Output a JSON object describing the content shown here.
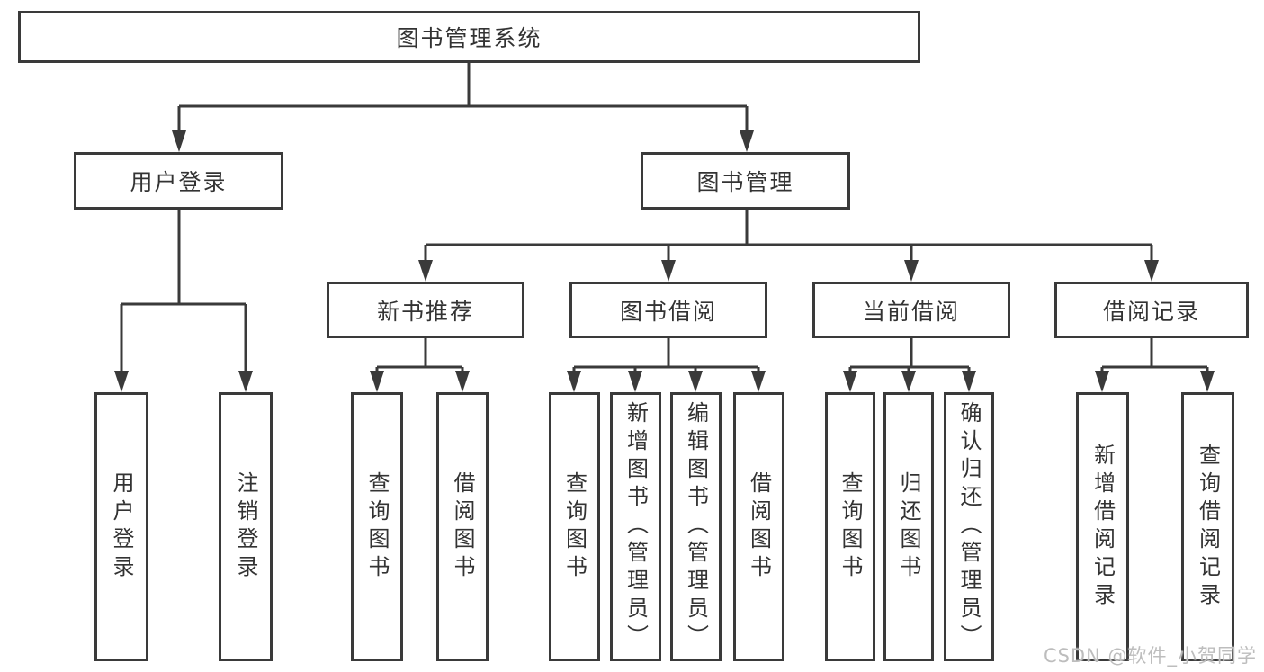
{
  "colors": {
    "line": "#3a3a3a",
    "text": "#333333",
    "background": "#ffffff",
    "watermark": "#bdbdbd"
  },
  "tree": {
    "label": "图书管理系统",
    "children": [
      {
        "label": "用户登录",
        "children": [
          {
            "label": "用户登录"
          },
          {
            "label": "注销登录"
          }
        ]
      },
      {
        "label": "图书管理",
        "children": [
          {
            "label": "新书推荐",
            "children": [
              {
                "label": "查询图书"
              },
              {
                "label": "借阅图书"
              }
            ]
          },
          {
            "label": "图书借阅",
            "children": [
              {
                "label": "查询图书"
              },
              {
                "label": "新增图书（管理员）"
              },
              {
                "label": "编辑图书（管理员）"
              },
              {
                "label": "借阅图书"
              }
            ]
          },
          {
            "label": "当前借阅",
            "children": [
              {
                "label": "查询图书"
              },
              {
                "label": "归还图书"
              },
              {
                "label": "确认归还（管理员）"
              }
            ]
          },
          {
            "label": "借阅记录",
            "children": [
              {
                "label": "新增借阅记录"
              },
              {
                "label": "查询借阅记录"
              }
            ]
          }
        ]
      }
    ]
  },
  "watermark": {
    "text": "CSDN @软件_小贺同学"
  }
}
